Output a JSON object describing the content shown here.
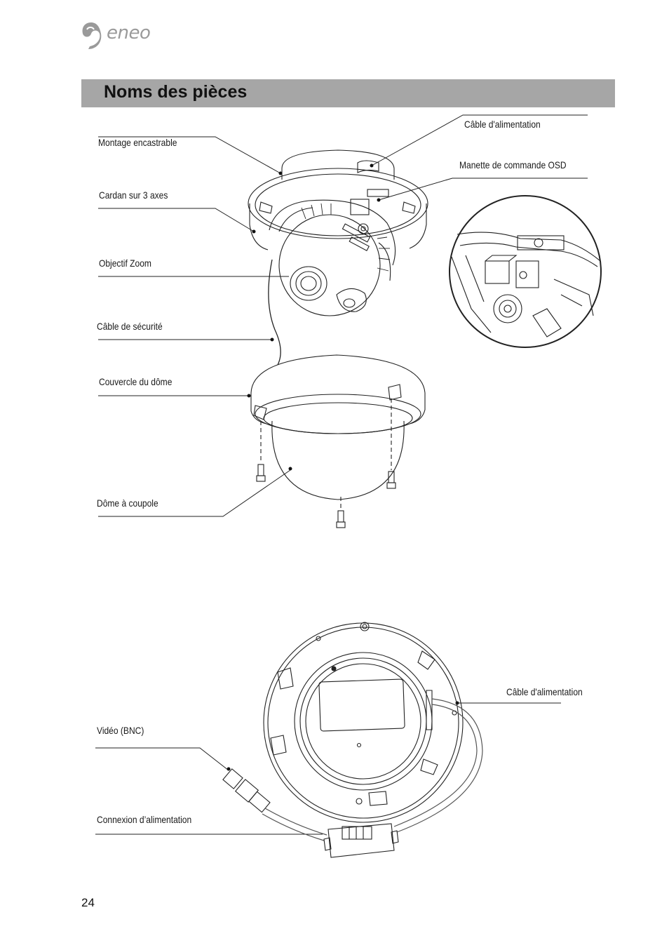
{
  "header": {
    "logo_text": "eneo",
    "logo_icon": "eneo-swirl-logo-icon"
  },
  "section": {
    "title": "Noms des pièces"
  },
  "figure1": {
    "labels": {
      "power_cable": "Câble d'alimentation",
      "flush_mount": "Montage encastrable",
      "osd_joystick": "Manette de commande OSD",
      "gimbal": "Cardan sur 3 axes",
      "zoom_lens": "Objectif Zoom",
      "safety_cable": "Câble de sécurité",
      "dome_cover": "Couvercle du dôme",
      "dome_bubble": "Dôme à coupole"
    }
  },
  "figure2": {
    "labels": {
      "power_cable": "Câble d'alimentation",
      "video_bnc": "Vidéo (BNC)",
      "power_connection": "Connexion d’alimentation"
    }
  },
  "footer": {
    "page_number": "24"
  }
}
